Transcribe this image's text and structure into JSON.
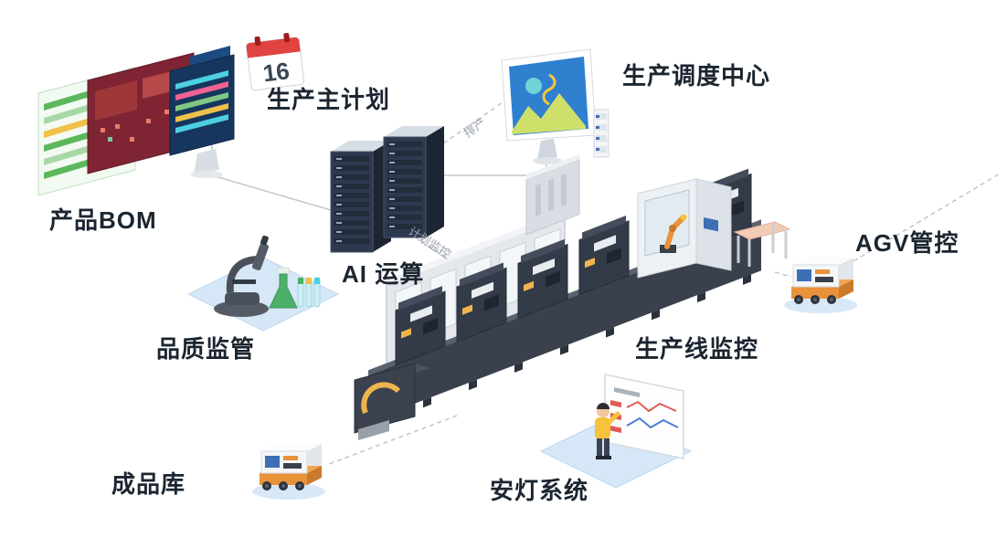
{
  "diagram": {
    "nodes": {
      "product_bom": "产品BOM",
      "master_plan": "生产主计划",
      "dispatch_center": "生产调度中心",
      "ai_compute": "AI 运算",
      "quality": "品质监管",
      "agv_control": "AGV管控",
      "line_monitor": "生产线监控",
      "andon": "安灯系统",
      "warehouse": "成品库"
    },
    "edge_labels": {
      "scheduling": "排产",
      "plan_monitoring": "计划监控"
    },
    "calendar_day": "16",
    "colors": {
      "label_text": "#1b2530",
      "edge_line": "#c3c8d0",
      "platform_blue": "#d6e7f8",
      "server_dark": "#2e3950",
      "screen_blue": "#2f80cf",
      "agv_orange": "#e8923a",
      "accent_yellow": "#f0b44e",
      "alert_red": "#e05b55",
      "chart_green": "#cfe06a"
    }
  }
}
